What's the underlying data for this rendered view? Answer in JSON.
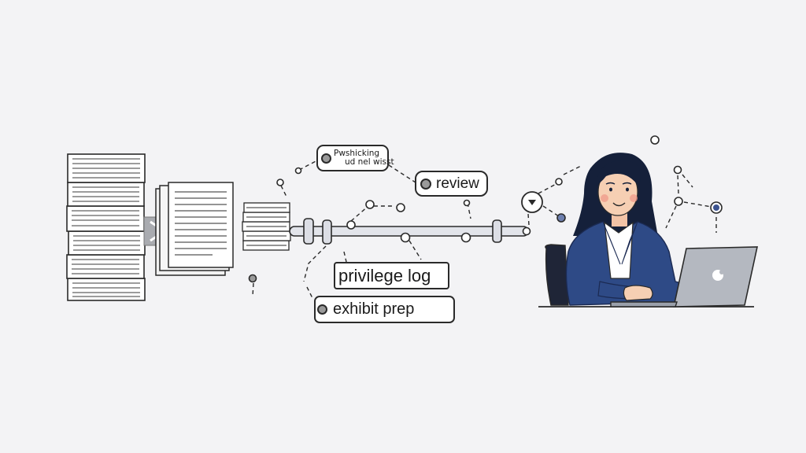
{
  "labels": {
    "scribble_line1": "Pwshicking",
    "scribble_line2": "ud nel wisst",
    "review": "review",
    "privilege_log": "privilege log",
    "exhibit_prep": "exhibit prep"
  },
  "colors": {
    "background": "#f3f3f5",
    "ink": "#2a2a2a",
    "suit": "#2e4a86",
    "hair": "#15203a",
    "skin": "#f6cfb3",
    "laptop": "#b4b8c0",
    "node_accent": "#3c5390"
  },
  "icons": [
    "document-stack-icon",
    "arrow-right-icon",
    "dropdown-node-icon",
    "laptop-apple-icon"
  ]
}
